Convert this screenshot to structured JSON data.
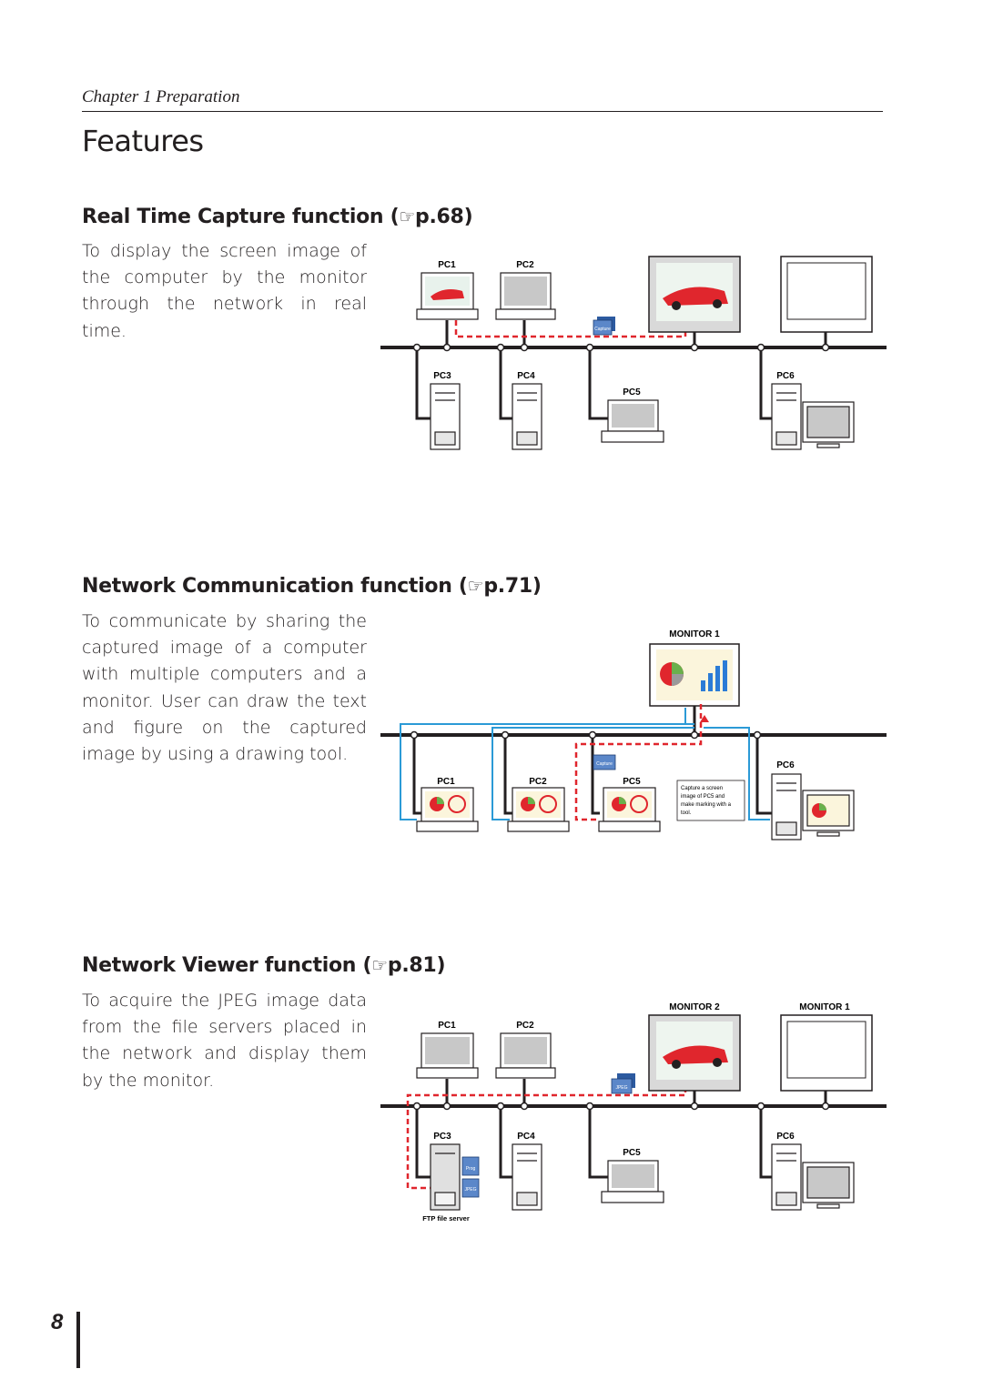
{
  "header": {
    "chapter": "Chapter 1 Preparation",
    "title": "Features"
  },
  "sections": [
    {
      "heading": "Real Time Capture function (",
      "page_ref": "p.68)",
      "description": "To display the screen image of the computer by the monitor through the network in real time.",
      "labels": {
        "pc1": "PC1",
        "pc2": "PC2",
        "pc3": "PC3",
        "pc4": "PC4",
        "pc5": "PC5",
        "pc6": "PC6",
        "packet": "Capture"
      }
    },
    {
      "heading": "Network Communication function (",
      "page_ref": "p.71)",
      "description": "To communicate by sharing the captured image of a computer with multiple computers and a monitor. User can draw the text and figure on the captured image by using a drawing tool.",
      "labels": {
        "monitor": "MONITOR 1",
        "pc1": "PC1",
        "pc2": "PC2",
        "pc5": "PC5",
        "pc6": "PC6",
        "packet": "Capture",
        "note": [
          "Capture a screen",
          "image of PC5 and",
          "make marking with a",
          "tool."
        ]
      }
    },
    {
      "heading": "Network Viewer function (",
      "page_ref": "p.81)",
      "description": "To acquire the JPEG image data from the file servers placed in the network and display them by the monitor.",
      "labels": {
        "monitor2": "MONITOR 2",
        "monitor1": "MONITOR 1",
        "pc1": "PC1",
        "pc2": "PC2",
        "pc3": "PC3",
        "pc4": "PC4",
        "pc5": "PC5",
        "pc6": "PC6",
        "packet": "JPEG",
        "file1": "Prog",
        "file2": "JPEG",
        "server": "FTP file server"
      }
    }
  ],
  "footer": {
    "page_number": "8"
  },
  "icons": {
    "pointing_hand": "pointing-hand-icon"
  },
  "colors": {
    "network_line": "#231f20",
    "capture_path": "#e0262d",
    "share_path": "#2b9ad6",
    "screen_gray": "#c8c8c8"
  }
}
